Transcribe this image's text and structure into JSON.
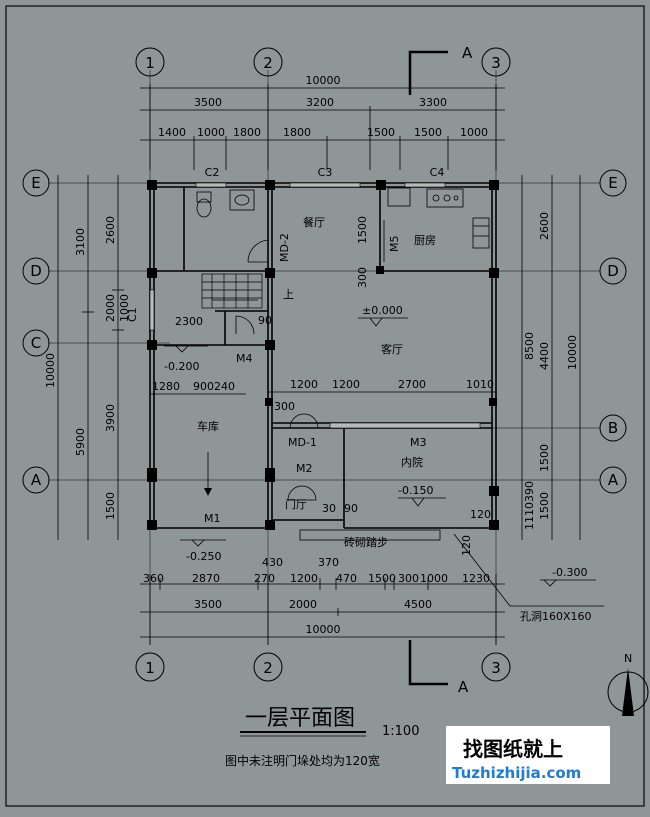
{
  "title": "一层平面图",
  "scale": "1:100",
  "note": "图中未注明门垛处均为120宽",
  "logo": {
    "text": "找图纸就上",
    "url": "Tuzhizhijia.com"
  },
  "section_mark": "A",
  "north": "N",
  "axes_vertical": [
    "1",
    "2",
    "3"
  ],
  "axes_horizontal": [
    "E",
    "D",
    "C",
    "B",
    "A"
  ],
  "dims_top": {
    "total": "10000",
    "row2": [
      "3500",
      "3200",
      "3300"
    ],
    "row3": [
      "1400",
      "1000",
      "1800",
      "1800",
      "1500",
      "1500",
      "1000"
    ]
  },
  "dims_bottom": {
    "row1": [
      "360",
      "2870",
      "270",
      "1200",
      "470",
      "1500",
      "300",
      "1000",
      "1230"
    ],
    "row1_upper": [
      "430",
      "370"
    ],
    "row2": [
      "3500",
      "2000",
      "4500"
    ],
    "total": "10000"
  },
  "dims_left": {
    "outer": "10000",
    "mid": [
      "3100",
      "5900"
    ],
    "inner": [
      "2600",
      "2000",
      "3900",
      "1500"
    ],
    "small": "1000"
  },
  "dims_right": {
    "outer": "10000",
    "mid": [
      "2600",
      "4400",
      "1500",
      "1500"
    ],
    "big": "8500",
    "small": "1110390"
  },
  "rooms": {
    "dining": "餐厅",
    "kitchen": "厨房",
    "living": "客厅",
    "garage": "车库",
    "courtyard": "内院",
    "foyer": "门厅"
  },
  "doors_windows": {
    "c2": "C2",
    "c3": "C3",
    "c4": "C4",
    "c1": "C1",
    "md2": "MD-2",
    "m5": "M5",
    "m4": "M4",
    "md1": "MD-1",
    "m3": "M3",
    "m2": "M2",
    "m1": "M1"
  },
  "levels": {
    "zero": "±0.000",
    "garage_floor": "-0.200",
    "garage_ext": "-0.250",
    "court": "-0.150",
    "outside": "-0.300"
  },
  "misc": {
    "up": "上",
    "brick_steps": "砖砌踏步",
    "hole": "孔洞160X160",
    "d1500": "1500",
    "d300": "300",
    "d2300": "2300",
    "d90": "90",
    "d1280": "1280",
    "d900240": "900240",
    "d1200a": "1200",
    "d1200b": "1200",
    "d2700": "2700",
    "d1010": "1010",
    "d300b": "300",
    "d30": "30",
    "d90b": "90",
    "d120": "120",
    "d120b": "120"
  }
}
